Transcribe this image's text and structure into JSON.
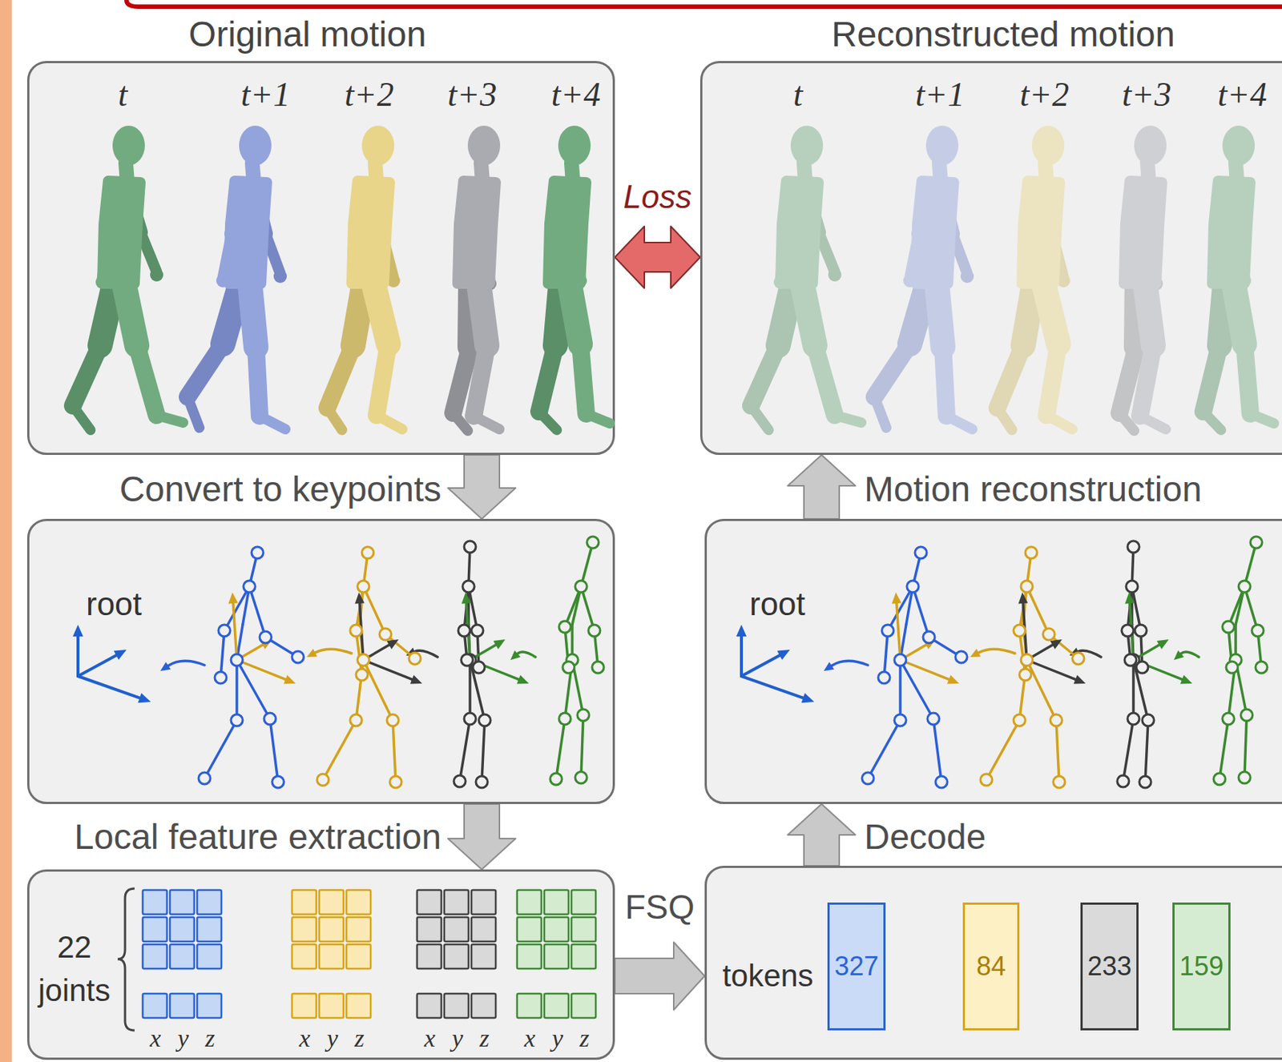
{
  "diagram": {
    "nodes": [
      {
        "text": [
          "Original motion",
          "t",
          "t+1",
          "t+2",
          "t+3",
          "t+4"
        ]
      },
      {
        "text": [
          "Reconstructed motion",
          "t",
          "t+1",
          "t+2",
          "t+3",
          "t+4"
        ]
      },
      {
        "text": [
          "root"
        ]
      },
      {
        "text": [
          "root"
        ]
      },
      {
        "text": [
          "22 joints",
          "x y z",
          "x y z",
          "x y z",
          "x y z"
        ]
      },
      {
        "text": [
          "tokens"
        ]
      },
      {
        "text": [
          "327"
        ],
        "in": 5
      },
      {
        "text": [
          "84"
        ],
        "in": 5
      },
      {
        "text": [
          "233"
        ],
        "in": 5
      },
      {
        "text": [
          "159"
        ],
        "in": 5
      }
    ],
    "edges": [
      {
        "from": 0,
        "to": 1,
        "arrow": "both",
        "label": "Loss"
      },
      {
        "from": 0,
        "to": 2,
        "arrow": "to",
        "label": "Convert to keypoints"
      },
      {
        "from": 2,
        "to": 4,
        "arrow": "to",
        "label": "Local feature extraction"
      },
      {
        "from": 4,
        "to": 5,
        "arrow": "to",
        "label": "FSQ"
      },
      {
        "from": 5,
        "to": 3,
        "arrow": "to",
        "label": "Decode"
      },
      {
        "from": 3,
        "to": 1,
        "arrow": "to",
        "label": "Motion reconstruction"
      }
    ]
  }
}
